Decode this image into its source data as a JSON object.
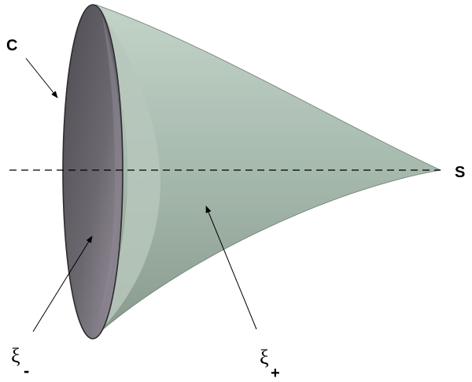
{
  "labels": {
    "curve": "C",
    "apex": "S",
    "xi_minus_base": "ξ",
    "xi_minus_sub": "-",
    "xi_plus_base": "ξ",
    "xi_plus_sub": "+"
  },
  "colors": {
    "cone_surface": "#a9bcb0",
    "cone_surface_light": "#c3d3c8",
    "cone_surface_dark": "#879a8c",
    "inner_surface": "#6c6870",
    "inner_surface_light": "#9a939e",
    "rim": "#2c2c2c",
    "axis": "#000000",
    "arrow": "#000000"
  }
}
